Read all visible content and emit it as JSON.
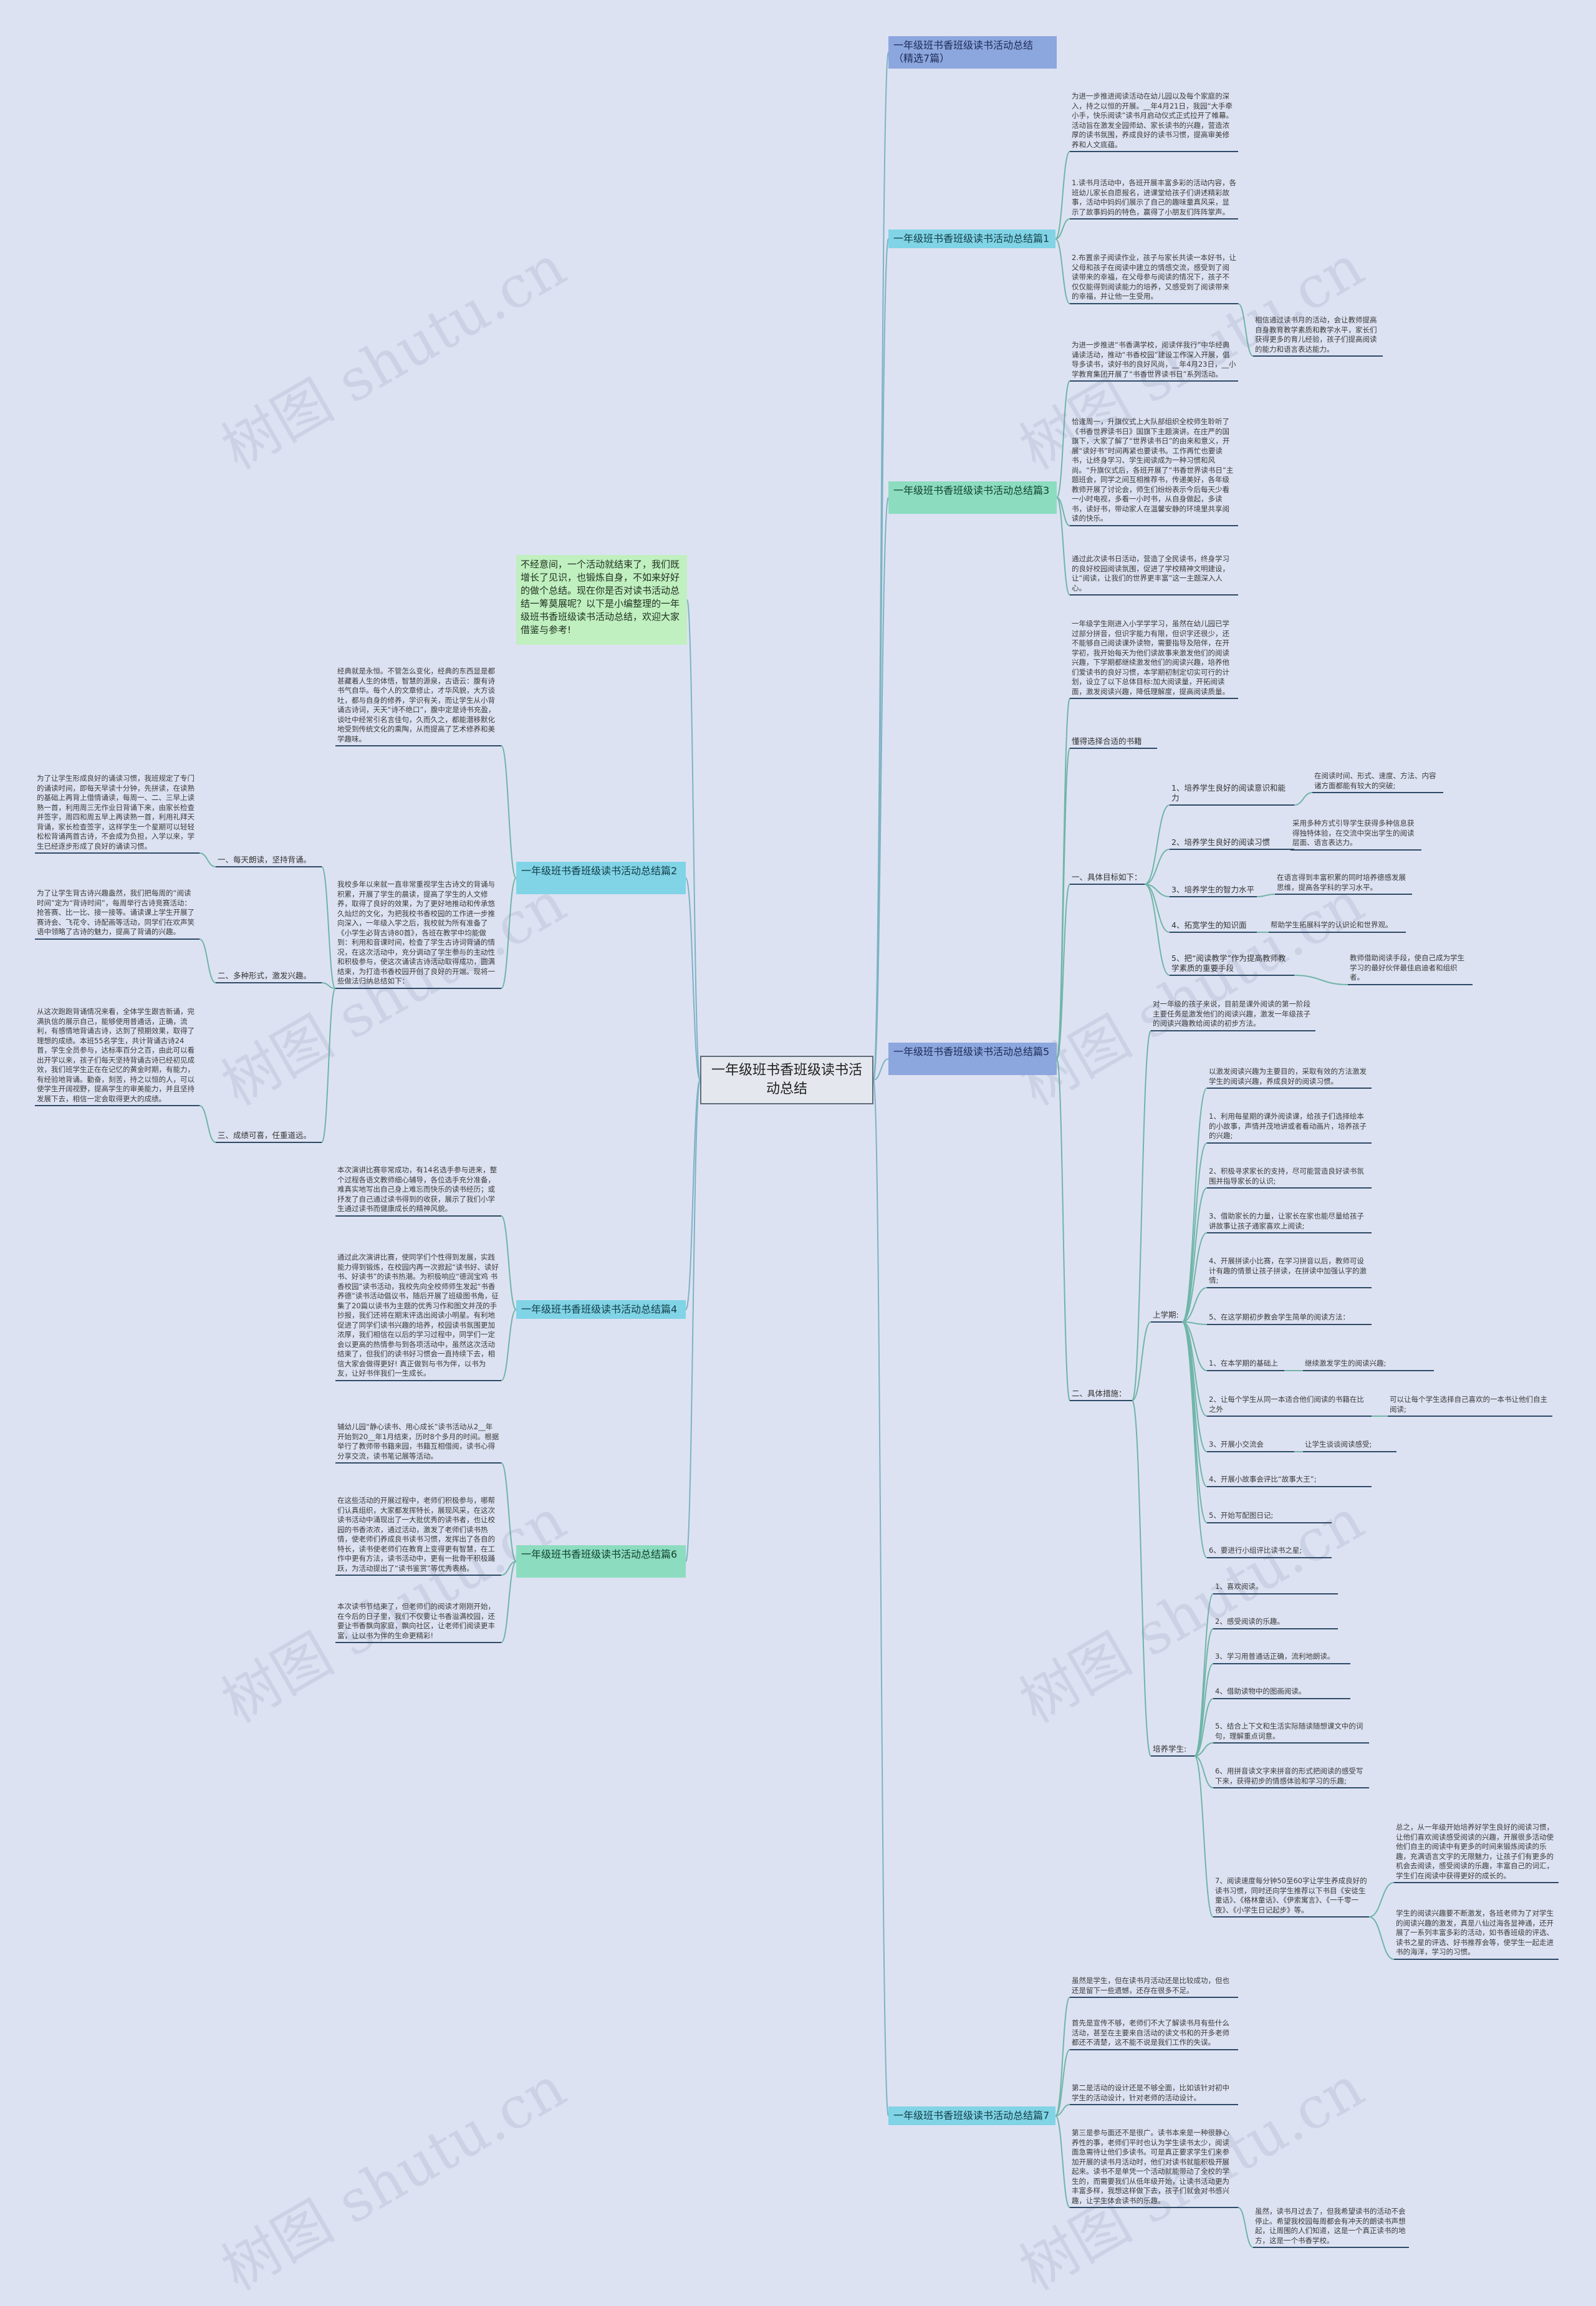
{
  "root": "一年级班书香班级读书活动总结",
  "intro": "不经意间，一个活动就结束了，我们既增长了见识，也锻炼自身，不如来好好的做个总结。现在你是否对读书活动总结一筹莫展呢？以下是小编整理的一年级班书香班级读书活动总结，欢迎大家借鉴与参考!",
  "watermark": "树图 shutu.cn",
  "branches": {
    "b0": "一年级班书香班级读书活动总结（精选7篇）",
    "b1": "一年级班书香班级读书活动总结篇1",
    "b2": "一年级班书香班级读书活动总结篇2",
    "b3": "一年级班书香班级读书活动总结篇3",
    "b4": "一年级班书香班级读书活动总结篇4",
    "b5": "一年级班书香班级读书活动总结篇5",
    "b6": "一年级班书香班级读书活动总结篇6",
    "b7": "一年级班书香班级读书活动总结篇7"
  },
  "p1": {
    "t1": "为进一步推进阅读活动在幼儿园以及每个家庭的深入，持之以恒的开展。__年4月21日，我园“大手牵小手，快乐阅读”读书月启动仪式正式拉开了帷幕。活动旨在激发全园师幼、家长读书的兴趣，营造浓厚的读书氛围，养成良好的读书习惯，提高审美修养和人文底蕴。",
    "t2": "1.读书月活动中，各班开展丰富多彩的活动内容，各班幼儿家长自愿报名，进课堂给孩子们讲述精彩故事，活动中妈妈们展示了自己的趣味童真风采，显示了故事妈妈的特色，赢得了小朋友们阵阵掌声。",
    "t3": "2.布置亲子阅读作业，孩子与家长共读一本好书，让父母和孩子在阅读中建立的情感交流，感受到了阅读带来的幸福，在父母参与阅读的情况下，孩子不仅仅能得到阅读能力的培养，又感受到了阅读带来的幸福，并让他一生受用。",
    "t4": "相信通过读书月的活动，会让教师提高自身教育教学素质和教学水平，家长们获得更多的育儿经验，孩子们提高阅读的能力和语言表达能力。"
  },
  "p2": {
    "t1": "经典就是永恒。不管怎么变化，经典的东西显是都甚藏着人生的体悟，智慧的源泉，古语云：腹有诗书气自华。每个人的文章修止，才华风貌，大方谈吐，都与自身的修养，学识有关，而让学生从小背诵古诗词，天天“诗不绝口”，腹中定是诗书充盈，谈吐中经常引名言佳句，久而久之，都能潜移默化地受到传统文化的熏陶，从而提高了艺术修养和美学趣味。",
    "t2": "我校多年以来就一直非常重视学生古诗文的背诵与积累，开展了学生的晨读，提高了学生的人文修养，取得了良好的效果，为了更好地推动和传承悠久灿烂的文化，为把我校书香校园的工作进一步推向深入，一年级入学之后，我校就为所有准备了《小学生必背古诗80首》，各班在教学中均能做到：利用和音课时间，检查了学生古诗词背诵的情况，在这次活动中，充分调动了学生参与的主动性和积极参与，使这次诵读古诗活动取得成功，圆满结束，为打造书香校园开创了良好的开端。现将一些做法归纳总结如下：",
    "l1": "一、每天朗读，坚持背诵。",
    "l2": "二、多种形式，激发兴趣。",
    "l3": "三、成绩可喜，任重道远。",
    "d1": "为了让学生形成良好的诵读习惯，我班规定了专门的诵读时间，即每天早读十分钟，先拼读，在读熟的基础上再背上借情诵读，每周一、二、三早上读熟一首，利用周三无作业日背诵下来，由家长检查并签字，周四和周五早上再读熟一首，利用礼拜天背诵，家长检查签字，这样学生一个星期可以轻轻松松背诵两首古诗，不会成为负担，入学以来，学生已经逐步形成了良好的诵读习惯。",
    "d2": "为了让学生背古诗兴趣盎然，我们把每周的“阅读时间”定为“背诗时间”，每周举行古诗竞赛活动：抢答赛、比一比、接一接等。诵读课上学生开展了赛诗会、飞花令、诗配画等活动，同学们在欢声笑语中领略了古诗的魅力，提高了背诵的兴趣。",
    "d3": "从这次跑跑背诵情况来看，全体学生跟吉新诵，完满执信的展示自己，能够使用普通话，正确，流利，有感情地背诵古诗，达到了预期效果，取得了理想的成绩。本班55名学生，共计背诵古诗24首，学生全员参与，达标率百分之百，由此可以看出开学以来，孩子们每天坚持背诵古诗已经初见成效，我们班学生正在在记忆的黄金时期，有能力，有经验地背诵。勤奋，刻苦，持之以恒的人，可以使学生开阔视野，提高学生的审美能力，并且坚持发展下去，相信一定会取得更大的成绩。"
  },
  "p3": {
    "t1": "为进一步推进“书香满学校，阅读伴我行”中华经典诵读活动，推动“书香校园”建设工作深入开展，倡导多读书，读好书的良好风尚，__年4月23日，__小学教育集团开展了“书香世界读书日”系列活动。",
    "t2": "恰逢周一，升旗仪式上大队部组织全校师生聆听了《书香世界读书日》国旗下主题演讲。在庄严的国旗下，大家了解了“世界读书日”的由来和意义，开展“读好书”时间再紧也要读书。工作再忙也要读书，让终身学习、学生阅读成为一种习惯和风尚。“升旗仪式后，各班开展了“书香世界读书日”主题班会，同学之间互相推荐书，传递美好，各年级教师开展了讨论会，师生们纷纷表示今后每天少看一小时电视，多看一小时书，从自身做起，多读书，读好书，带动家人在温馨安静的环境里共享阅读的快乐。",
    "t3": "通过此次读书日活动，营造了全民读书，终身学习的良好校园阅读氛围，促进了学校精神文明建设，让“阅读，让我们的世界更丰富”这一主题深入人心。"
  },
  "p4": {
    "t1": "本次演讲比赛非常成功，有14名选手参与进来，整个过程各语文教师细心辅导，各位选手充分准备，难真实地写出自己身上难忘而快乐的读书经历；或抒发了自己通过读书得到的收获，展示了我们小学生通过读书而健康成长的精神风貌。",
    "t2": "通过此次演讲比赛，使同学们个性得到发展，实践能力得到锻炼，在校园内再一次掀起“读书好、读好书、好读书”的读书热潮。为积极响应“德润宝鸡 书香校园”读书活动，我校先向全校师师生发起“书香养德”读书活动倡议书，随后开展了班级图书角，征集了20篇以读书为主题的优秀习作和图文并茂的手抄报，我们还将在期末评选出阅读小明星。有利地促进了同学们读书兴趣的培养，校园读书氛围更加浓厚，我们相信在以后的学习过程中，同学们一定会以更高的热情参与到各项活动中，虽然这次活动结束了，但我们的读书好习惯会一直持续下去，相信大家会做得更好! 真正做到与书为伴，以书为友，让好书伴我们一生成长。"
  },
  "p6": {
    "t1": "辅幼儿园“静心读书、用心成长”读书活动从2__年开始到20__年1月结束，历时8个多月的时间。根据举行了教师带书籍来园，书籍互相借阅，读书心得分享交流，读书笔记展等活动。",
    "t2": "在这些活动的开展过程中，老师们积极参与，哪帮们认真组织，大家都发挥特长，展现风采，在这次读书活动中涌现出了一大批优秀的读书者，也让校园的书香浓浓，通过活动，激发了老师们读书热情，使老师们养成良书读书习惯，发挥出了各自的特长，读书使老师们在教育上变得更有智慧，在工作中更有方法，读书活动中，更有一批骨干积极踊跃，为活动提出了“读书鉴赏”等优秀表格。",
    "t3": "本次读书节结束了，但老师们的阅读才刚刚开始，在今后的日子里，我们不仅要让书香溢满校园，还要让书香飘向家庭，飘向社区，让老师们阅读更丰富，让以书为伴的生命更精彩!"
  },
  "p5": {
    "t1": "一年级学生刚进入小学学学习，虽然在幼儿园已学过部分拼音，但识字能力有限，但识字还很少，还不能够自己阅读课外读物，需要指导及陪伴，在开学初，我开始每天为他们读故事来激发他们的阅读兴趣，下学期都继续激发他们的阅读兴趣，培养他们爱读书的良好习惯，本学期初制定切实可行的计划，设立了以下总体目标:加大阅读量，开拓阅读面，激发阅读兴趣，降低理解度，提高阅读质量。",
    "l_choose": "懂得选择合适的书籍",
    "l_goals": "一、具体目标如下：",
    "g1": "1、培养学生良好的阅读意识和能力",
    "g1d": "在阅读时间、形式、速度、方法、内容诸方面都能有较大的突破;",
    "g2": "2、培养学生良好的阅读习惯",
    "g2d": "采用多种方式引导学生获得多种信息获得独特体验，在交流中突出学生的阅读层面、语言表达力。",
    "g3": "3、培养学生的智力水平",
    "g3d": "在语言得到丰富积累的同时培养德感发展思维，提高各学科的学习水平。",
    "g4": "4、拓宽学生的知识面",
    "g4d": "帮助学生拓展科学的认识论和世界观。",
    "g5": "5、把“阅读教学”作为提高教师教学素质的重要手段",
    "g5d": "教师借助阅读手段，使自己成为学生学习的最好伙伴最佳启迪者和组织者。",
    "l_measures": "二、具体措施：",
    "m_text": "对一年级的孩子来说，目前是课外阅读的第一阶段主要任务是激发他们的阅读兴趣，激发一年级孩子的阅读兴趣教给阅读的初步方法。",
    "l_up": "上学期:",
    "u0": "以激发阅读兴趣为主要目的，采取有效的方法激发学生的阅读兴趣，养成良好的阅读习惯。",
    "u1": "1、利用每星期的课外阅读课，给孩子们选择绘本的小故事，声情并茂地讲或者看动画片，培养孩子的兴趣;",
    "u2": "2、积极寻求家长的支持，尽可能营造良好读书氛围并指导家长的认识;",
    "u3": "3、借助家长的力量，让家长在家也能尽量给孩子讲故事让孩子通家喜欢上阅读;",
    "u4": "4、开展拼读小比赛，在学习拼音以后，教师可设计有趣的情景让孩子拼读，在拼读中加强认字的激情;",
    "u5": "5、在这学期初步教会学生简单的阅读方法：",
    "u6": "1、在本学期的基础上",
    "u6d": "继续激发学生的阅读兴趣;",
    "u7": "2、让每个学生从同一本适合他们阅读的书籍在比之外",
    "u7d": "可以让每个学生选择自己喜欢的一本书让他们自主阅读;",
    "u8": "3、开展小交流会",
    "u8d": "让学生谈谈阅读感受;",
    "u9": "4、开展小故事会评比“故事大王”;",
    "u10": "5、开始写配图日记;",
    "u11": "6、要进行小组评比读书之星;",
    "l_cultivate": "培养学生:",
    "c1": "1、喜欢阅读。",
    "c2": "2、感受阅读的乐趣。",
    "c3": "3、学习用普通话正确，流利地朗读。",
    "c4": "4、借助读物中的图画阅读。",
    "c5": "5、结合上下文和生活实际随读随想课文中的词句，理解重点词意。",
    "c6": "6、用拼音读文字来拼音的形式把阅读的感受写下来，获得初步的情感体验和学习的乐趣;",
    "c7": "7、阅读速度每分钟50至60字让学生养成良好的读书习惯，同时还向学生推荐以下书目《安徒生童话》、《格林童话》、《伊索寓言》、《一千零一夜》、《小学生日记起步》等。",
    "c7a": "总之，从一年级开始培养好学生良好的阅读习惯，让他们喜欢阅读感受阅读的兴趣，开展很多活动使他们自主的阅读中有更多的时间来锻炼阅读的乐趣，充满语言文字的无限魅力，让孩子们有更多的机会去阅读，感受阅读的乐趣，丰富自己的词汇，学生们在阅读中获得更好的成长的。",
    "c7b": "学生的阅读兴趣要不断激发，各班老师为了对学生的阅读兴趣的激发，真是八仙过海各显神通，还开展了一系列丰富多彩的活动，如书香班级的评选、读书之星的评选、好书推荐会等，使学生一起走进书的海洋，学习的习惯。"
  },
  "p7": {
    "t1": "虽然是学生，但在读书月活动还是比较成功，但也还是留下一些遗憾，还存在很多不足。",
    "t2": "首先是宣传不够，老师们不大了解读书月有些什么活动，甚至在主要来自活动的读文书和的开多老师都还不清楚，这不能不说是我们工作的失误。",
    "t3": "第二是活动的设计还是不够全面，比如该针对初中学生的活动设计，针对老师的活动设计。",
    "t4": "第三是参与面还不是很广。读书本来是一种很静心养性的事，老师们平时也认为学生读书太少，阅读面急需待让他们多读书。可是真正要求学生们来参加开展的读书月活动时，他们对读书就能积极开展起来。读书不是单凭一个活动就能带动了全校的学生的，而需要我们从低年级开始，让读书活动更为丰富多样，我想这样做下去，孩子们就会对书感兴趣，让学生体会读书的乐趣。",
    "t5": "虽然，读书月过去了，但我希望读书的活动不会停止。希望我校园每周都会有冲天的朗读书声想起，让周围的人们知道，这是一个真正读书的地方，这是一个书香学校。"
  }
}
